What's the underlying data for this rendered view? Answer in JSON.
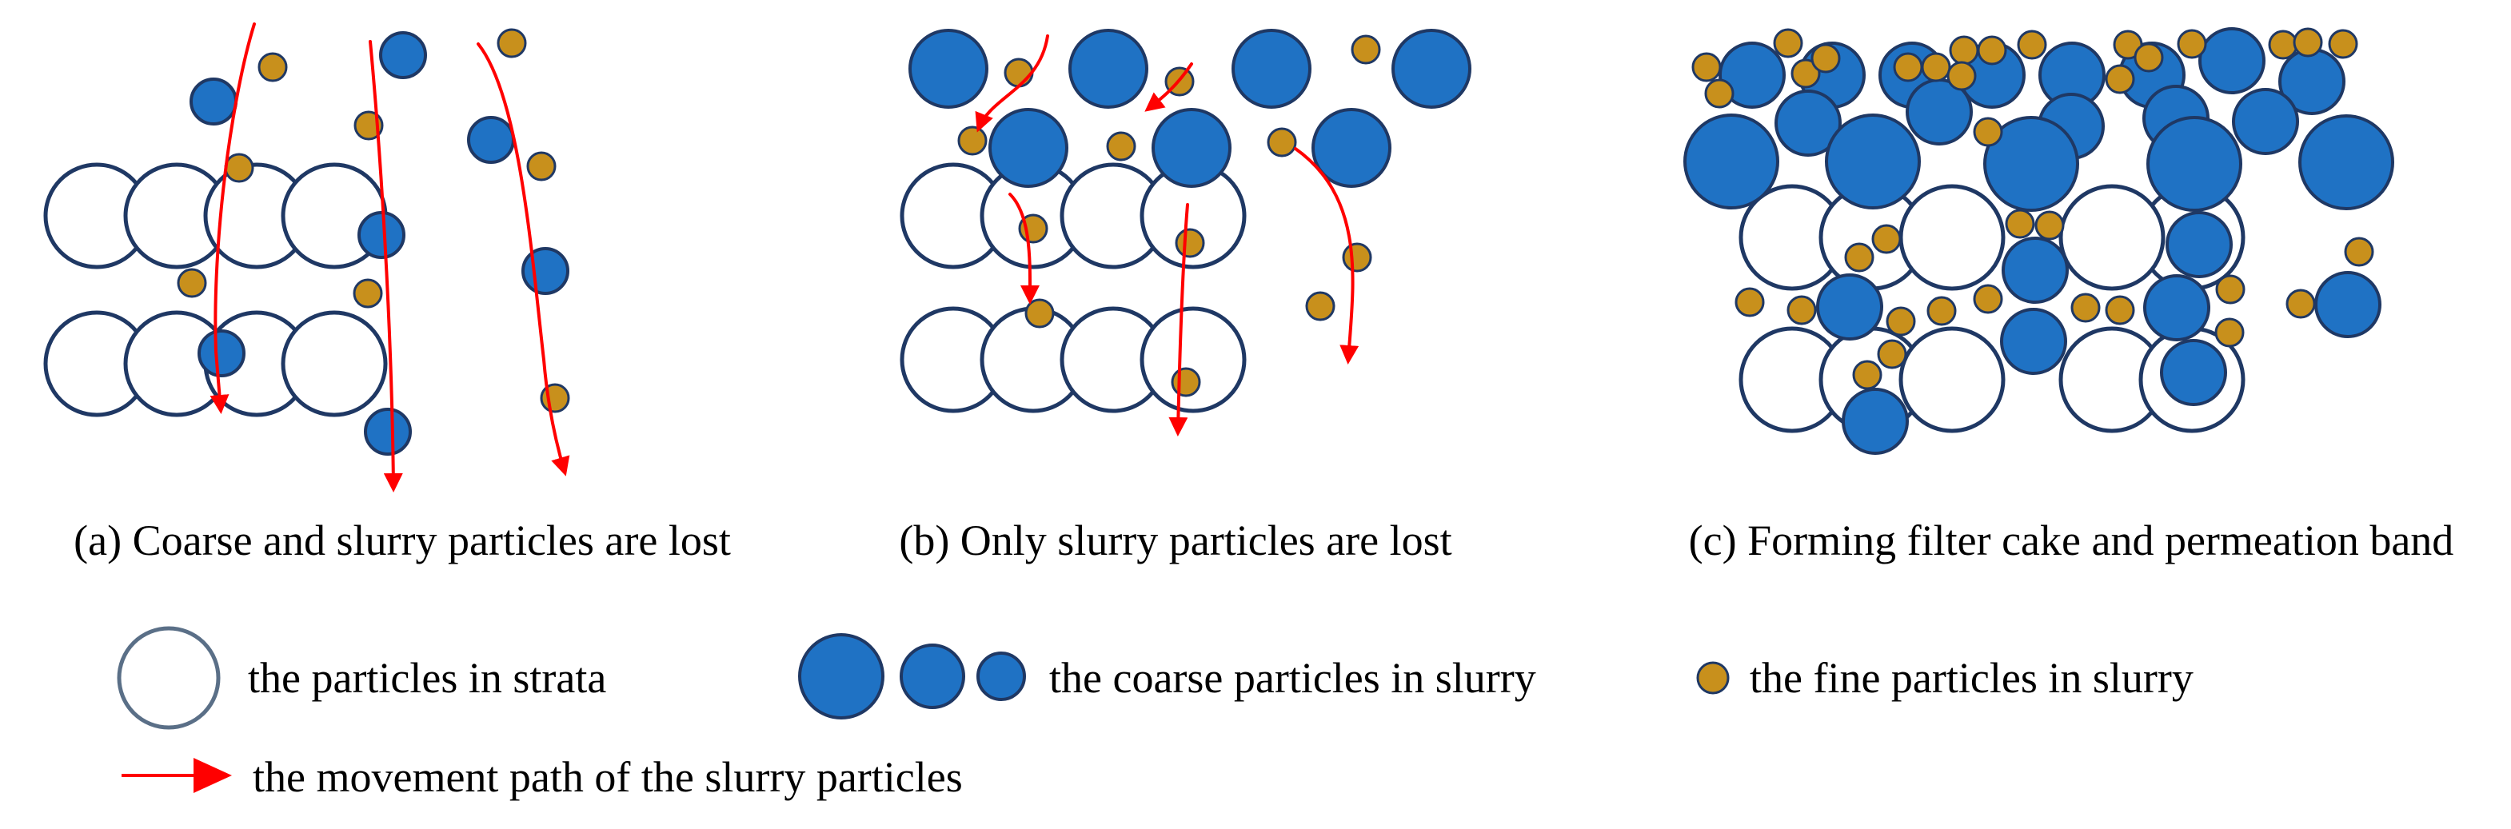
{
  "panels": [
    {
      "caption": "(a) Coarse and slurry particles are lost"
    },
    {
      "caption": "(b) Only slurry particles are lost"
    },
    {
      "caption": "(c) Forming filter cake and permeation band"
    }
  ],
  "legend": {
    "strata": "the particles in strata",
    "coarse": "the coarse particles in slurry",
    "fine": "the fine particles in slurry",
    "path": "the movement path of the slurry particles"
  },
  "colors": {
    "coarse": "#1f72c4",
    "fine": "#c8901c",
    "outline": "#1f3864",
    "path": "#ff0000"
  }
}
